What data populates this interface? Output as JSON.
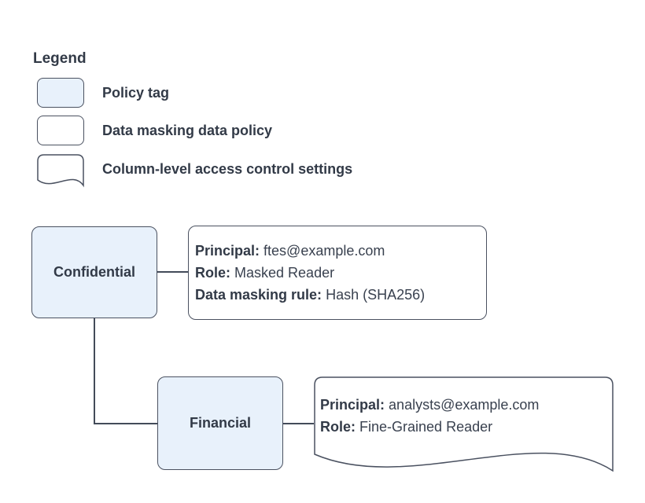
{
  "legend": {
    "title": "Legend",
    "items": [
      {
        "shape": "policy-tag",
        "label": "Policy tag"
      },
      {
        "shape": "rounded-rect",
        "label": "Data masking data policy"
      },
      {
        "shape": "document",
        "label": "Column-level access control settings"
      }
    ]
  },
  "nodes": {
    "confidential": "Confidential",
    "financial": "Financial"
  },
  "masking_policy": {
    "lines": [
      {
        "label": "Principal:",
        "value": "ftes@example.com"
      },
      {
        "label": "Role:",
        "value": "Masked Reader"
      },
      {
        "label": "Data masking rule:",
        "value": "Hash (SHA256)"
      }
    ]
  },
  "access_settings": {
    "lines": [
      {
        "label": "Principal:",
        "value": "analysts@example.com"
      },
      {
        "label": "Role:",
        "value": "Fine-Grained Reader"
      }
    ]
  },
  "colors": {
    "policy_tag_fill": "#e8f1fb",
    "shape_stroke": "#4a5160",
    "text": "#333b48",
    "background": "#ffffff"
  }
}
